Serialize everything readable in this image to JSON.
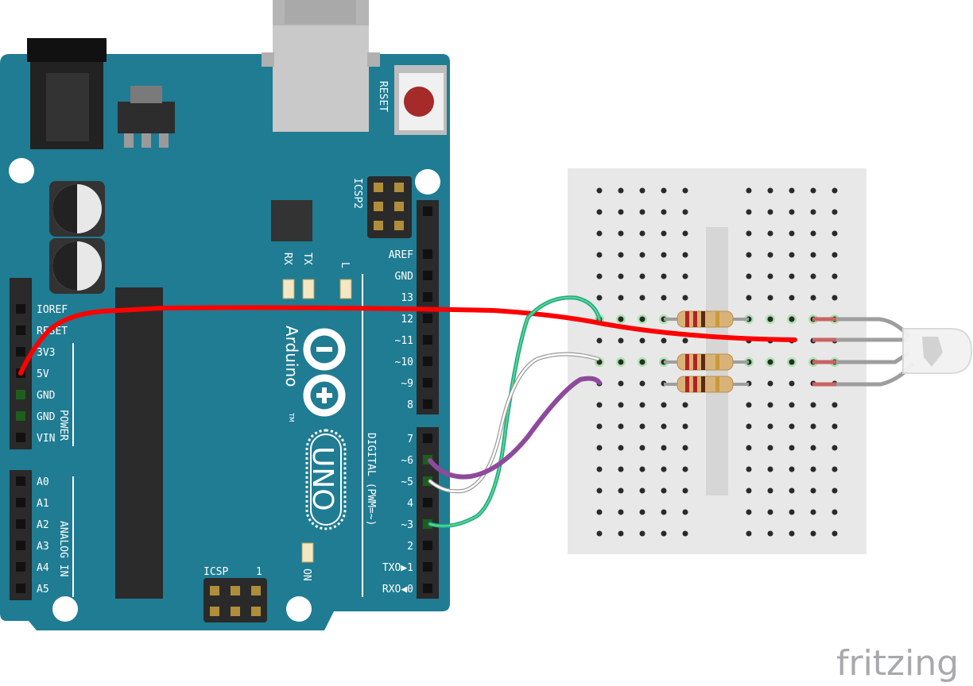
{
  "board": {
    "reset_label": "RESET",
    "icsp2_label": "ICSP2",
    "icsp_label": "ICSP",
    "icsp_pin1": "1",
    "rx_label": "RX",
    "tx_label": "TX",
    "l_label": "L",
    "on_label": "ON",
    "brand": "Arduino",
    "tm": "TM",
    "model": "UNO",
    "power_header_label": "POWER",
    "analog_header_label": "ANALOG IN",
    "digital_header_label": "DIGITAL (PWM=~)",
    "power_pins": [
      "IOREF",
      "RESET",
      "3V3",
      "5V",
      "GND",
      "GND",
      "VIN"
    ],
    "analog_pins": [
      "A0",
      "A1",
      "A2",
      "A3",
      "A4",
      "A5"
    ],
    "digital_top_pins": [
      "AREF",
      "GND",
      "13",
      "12",
      "~11",
      "~10",
      "~9",
      "8"
    ],
    "digital_bottom_pins": [
      "7",
      "~6",
      "~5",
      "4",
      "~3",
      "2",
      "TXO▶1",
      "RXO◀0"
    ]
  },
  "colors": {
    "board": "#1f7c93",
    "wire_red": "#ff0000",
    "wire_green": "#3fb77a",
    "wire_white": "#d9d9d9",
    "wire_purple": "#8e4a9c",
    "breadboard": "#e8e8e8",
    "resistor": "#d9b27a"
  },
  "icons": {
    "logo": "arduino-infinity-logo",
    "watermark": "fritzing-logo"
  },
  "watermark_text": "fritzing"
}
